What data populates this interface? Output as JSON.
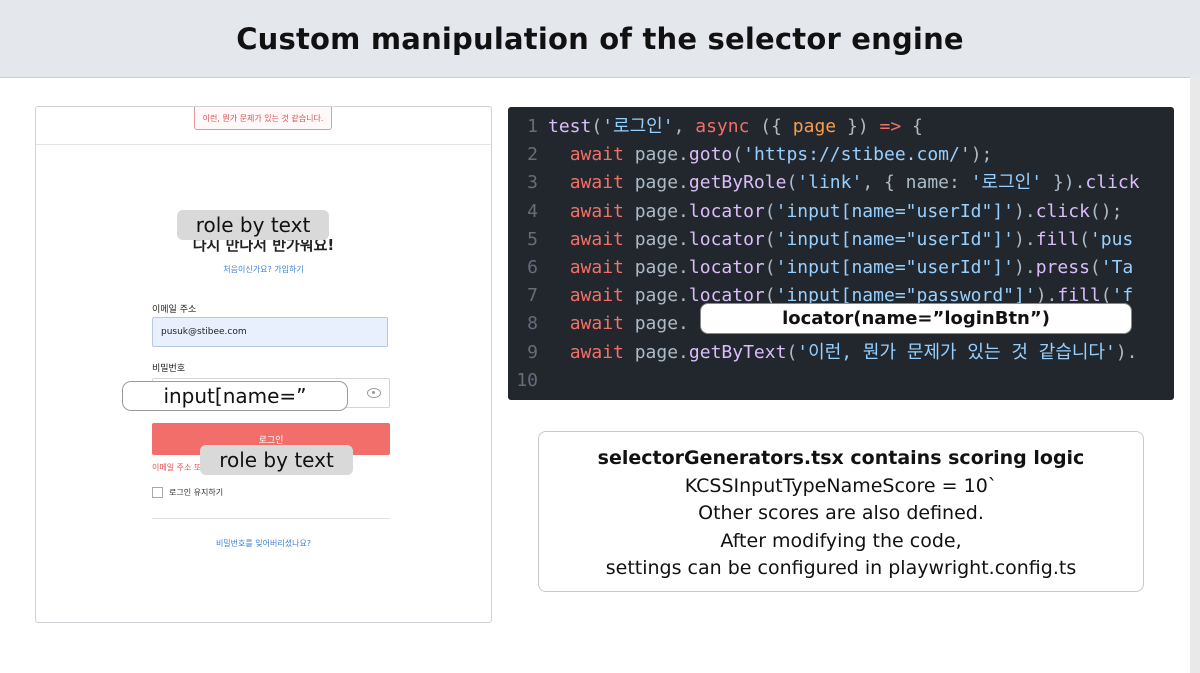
{
  "slide": {
    "title": "Custom manipulation of the selector engine"
  },
  "screenshot": {
    "error_banner": "이런, 뭔가 문제가 있는 것 같습니다.",
    "welcome_text": "다시 만나서 반가워요!",
    "signup_link": "처음이신가요? 가입하기",
    "email_label": "이메일 주소",
    "email_value": "pusuk@stibee.com",
    "password_label": "비밀번호",
    "login_button": "로그인",
    "error_text": "이메일 주소 또는",
    "remember_label": "로그인 유지하기",
    "forgot_link": "비밀번호를 잊어버리셨나요?"
  },
  "overlays": {
    "role_by_text_top": "role by text",
    "input_name": "input[name=”",
    "role_by_text_bottom": "role by text",
    "locator_name": "locator(name=”loginBtn”)"
  },
  "code": {
    "lines": [
      {
        "num": "1",
        "tokens": [
          {
            "t": "fn",
            "v": "test"
          },
          {
            "t": "p",
            "v": "("
          },
          {
            "t": "str",
            "v": "'로그인'"
          },
          {
            "t": "p",
            "v": ", "
          },
          {
            "t": "kw",
            "v": "async"
          },
          {
            "t": "p",
            "v": " ({ "
          },
          {
            "t": "param",
            "v": "page"
          },
          {
            "t": "p",
            "v": " }) "
          },
          {
            "t": "kw",
            "v": "=>"
          },
          {
            "t": "p",
            "v": " {"
          }
        ]
      },
      {
        "num": "2",
        "tokens": [
          {
            "t": "p",
            "v": "  "
          },
          {
            "t": "kw",
            "v": "await"
          },
          {
            "t": "p",
            "v": " page."
          },
          {
            "t": "fn",
            "v": "goto"
          },
          {
            "t": "p",
            "v": "("
          },
          {
            "t": "str",
            "v": "'https://stibee.com/'"
          },
          {
            "t": "p",
            "v": ");"
          }
        ]
      },
      {
        "num": "3",
        "tokens": [
          {
            "t": "p",
            "v": "  "
          },
          {
            "t": "kw",
            "v": "await"
          },
          {
            "t": "p",
            "v": " page."
          },
          {
            "t": "fn",
            "v": "getByRole"
          },
          {
            "t": "p",
            "v": "("
          },
          {
            "t": "str",
            "v": "'link'"
          },
          {
            "t": "p",
            "v": ", { name: "
          },
          {
            "t": "str",
            "v": "'로그인'"
          },
          {
            "t": "p",
            "v": " })."
          },
          {
            "t": "fn",
            "v": "click"
          }
        ]
      },
      {
        "num": "4",
        "tokens": [
          {
            "t": "p",
            "v": "  "
          },
          {
            "t": "kw",
            "v": "await"
          },
          {
            "t": "p",
            "v": " page."
          },
          {
            "t": "fn",
            "v": "locator"
          },
          {
            "t": "p",
            "v": "("
          },
          {
            "t": "str",
            "v": "'input[name=\"userId\"]'"
          },
          {
            "t": "p",
            "v": ")."
          },
          {
            "t": "fn",
            "v": "click"
          },
          {
            "t": "p",
            "v": "();"
          }
        ]
      },
      {
        "num": "5",
        "tokens": [
          {
            "t": "p",
            "v": "  "
          },
          {
            "t": "kw",
            "v": "await"
          },
          {
            "t": "p",
            "v": " page."
          },
          {
            "t": "fn",
            "v": "locator"
          },
          {
            "t": "p",
            "v": "("
          },
          {
            "t": "str",
            "v": "'input[name=\"userId\"]'"
          },
          {
            "t": "p",
            "v": ")."
          },
          {
            "t": "fn",
            "v": "fill"
          },
          {
            "t": "p",
            "v": "("
          },
          {
            "t": "str",
            "v": "'pus"
          }
        ]
      },
      {
        "num": "6",
        "tokens": [
          {
            "t": "p",
            "v": "  "
          },
          {
            "t": "kw",
            "v": "await"
          },
          {
            "t": "p",
            "v": " page."
          },
          {
            "t": "fn",
            "v": "locator"
          },
          {
            "t": "p",
            "v": "("
          },
          {
            "t": "str",
            "v": "'input[name=\"userId\"]'"
          },
          {
            "t": "p",
            "v": ")."
          },
          {
            "t": "fn",
            "v": "press"
          },
          {
            "t": "p",
            "v": "("
          },
          {
            "t": "str",
            "v": "'Ta"
          }
        ]
      },
      {
        "num": "7",
        "tokens": [
          {
            "t": "p",
            "v": "  "
          },
          {
            "t": "kw",
            "v": "await"
          },
          {
            "t": "p",
            "v": " page."
          },
          {
            "t": "fn",
            "v": "locator"
          },
          {
            "t": "p",
            "v": "("
          },
          {
            "t": "str",
            "v": "'input[name=\"password\"]'"
          },
          {
            "t": "p",
            "v": ")."
          },
          {
            "t": "fn",
            "v": "fill"
          },
          {
            "t": "p",
            "v": "("
          },
          {
            "t": "str",
            "v": "'f"
          }
        ]
      },
      {
        "num": "8",
        "tokens": [
          {
            "t": "p",
            "v": "  "
          },
          {
            "t": "kw",
            "v": "await"
          },
          {
            "t": "p",
            "v": " page."
          },
          {
            "t": "p",
            "v": "                                  ."
          },
          {
            "t": "fn",
            "v": "cli"
          }
        ]
      },
      {
        "num": "9",
        "tokens": [
          {
            "t": "p",
            "v": "  "
          },
          {
            "t": "kw",
            "v": "await"
          },
          {
            "t": "p",
            "v": " page."
          },
          {
            "t": "fn",
            "v": "getByText"
          },
          {
            "t": "p",
            "v": "("
          },
          {
            "t": "str",
            "v": "'이런, 뭔가 문제가 있는 것 같습니다'"
          },
          {
            "t": "p",
            "v": ")."
          }
        ]
      },
      {
        "num": "10",
        "tokens": []
      }
    ]
  },
  "info": {
    "title": "selectorGenerators.tsx contains scoring logic",
    "line1": "KCSSInputTypeNameScore = 10`",
    "line2": "Other scores are also defined.",
    "line3": "After modifying the code,",
    "line4": "settings can be configured in playwright.config.ts"
  },
  "colors": {
    "code_background": "#22272e",
    "keyword": "#f47067",
    "function": "#dcbdfb",
    "string": "#96d0ff",
    "login_button": "#f16e6a"
  }
}
